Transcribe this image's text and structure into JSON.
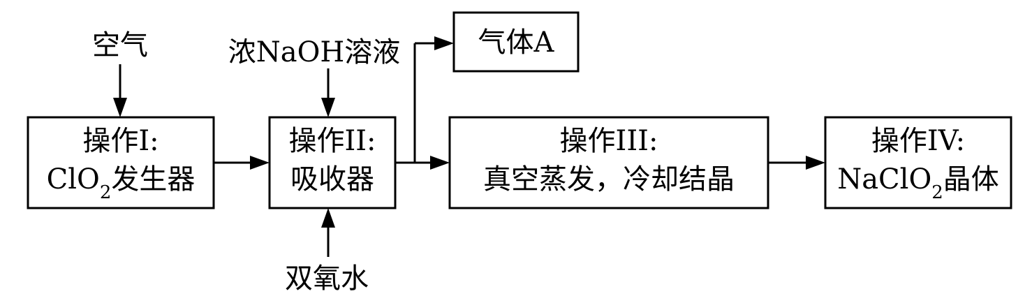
{
  "inputs": {
    "air": "空气",
    "naoh": "浓NaOH溶液",
    "h2o2": "双氧水"
  },
  "gas_output": "气体A",
  "steps": {
    "step1": {
      "title": "操作I:",
      "line2_pre": "ClO",
      "line2_sub": "2",
      "line2_post": "发生器"
    },
    "step2": {
      "title": "操作II:",
      "line2": "吸收器"
    },
    "step3": {
      "title": "操作III:",
      "line2": "真空蒸发，冷却结晶"
    },
    "step4": {
      "title": "操作IV:",
      "line2_pre": "NaClO",
      "line2_sub": "2",
      "line2_post": "晶体"
    }
  }
}
